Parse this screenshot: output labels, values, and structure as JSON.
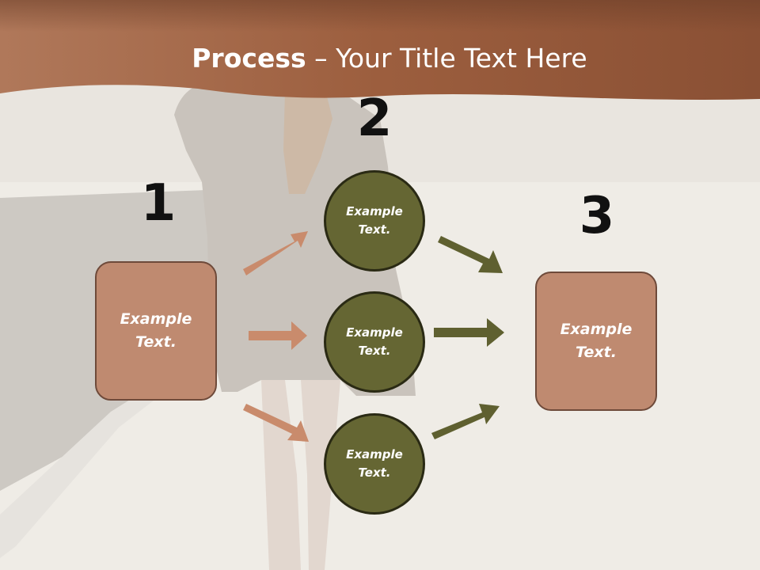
{
  "title": {
    "bold": "Process",
    "rest": " – Your Title Text Here"
  },
  "steps": {
    "one": "1",
    "two": "2",
    "three": "3"
  },
  "left_box": {
    "text": "Example Text."
  },
  "right_box": {
    "text": "Example Text."
  },
  "circles": [
    {
      "text": "Example Text."
    },
    {
      "text": "Example Text."
    },
    {
      "text": "Example Text."
    }
  ],
  "colors": {
    "header": "#9c5e3e",
    "box_fill": "#bf8a70",
    "circle_fill": "#656633",
    "left_arrows": "#c98b6c",
    "right_arrows": "#5f6030"
  }
}
